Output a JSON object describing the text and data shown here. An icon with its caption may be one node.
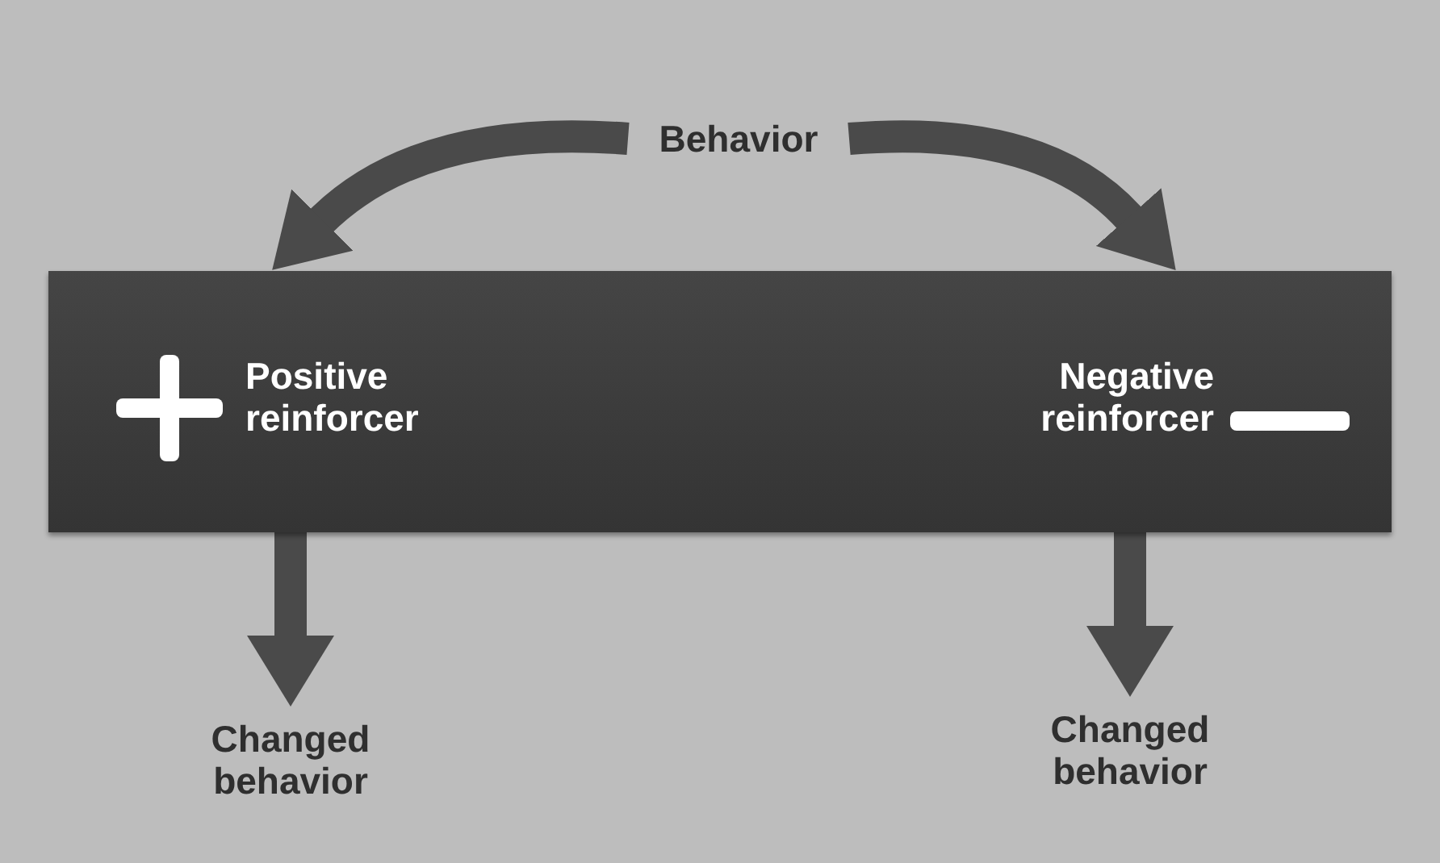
{
  "diagram": {
    "nodes": [
      {
        "text": [
          "Behavior"
        ]
      },
      {
        "text": [],
        "shape": "bar"
      },
      {
        "text": [
          "Positive reinforcer"
        ],
        "in": 1
      },
      {
        "text": [
          "Negative reinforcer"
        ],
        "in": 1
      },
      {
        "text": [
          "Changed behavior"
        ]
      },
      {
        "text": [
          "Changed behavior"
        ]
      }
    ],
    "edges": [
      {
        "from": 0,
        "to": 2,
        "arrow": "to"
      },
      {
        "from": 0,
        "to": 3,
        "arrow": "to"
      },
      {
        "from": 1,
        "to": 4,
        "arrow": "to"
      },
      {
        "from": 1,
        "to": 5,
        "arrow": "to"
      }
    ]
  }
}
